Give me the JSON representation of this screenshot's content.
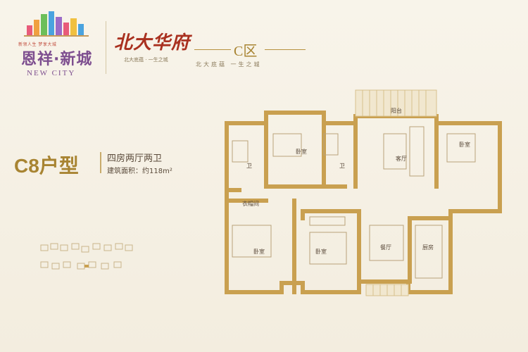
{
  "header": {
    "logo_tagline": "新领人生 梦享大城",
    "logo_cn": "恩祥·新城",
    "logo_en": "NEW CITY",
    "brand_cn": "北大华府",
    "brand_sub": "北大底蕴 · 一生之城",
    "zone_title": "C区",
    "zone_sub": "北大底蕴  一生之城"
  },
  "unit": {
    "type_title": "C8户型",
    "description": "四房两厅两卫",
    "area_label": "建筑面积：约118m²"
  },
  "rooms": {
    "balcony_top": "阳台",
    "bedroom_1": "卧室",
    "bath_1": "卫",
    "bath_2": "卫",
    "living": "客厅",
    "bedroom_2": "卧室",
    "closet": "衣帽间",
    "bedroom_3": "卧室",
    "bedroom_4": "卧室",
    "dining": "餐厅",
    "kitchen": "厨房"
  },
  "colors": {
    "wall": "#c9a050",
    "background": "#f6f1e6",
    "accent_red": "#a9301f",
    "accent_purple": "#7d4e8f"
  }
}
